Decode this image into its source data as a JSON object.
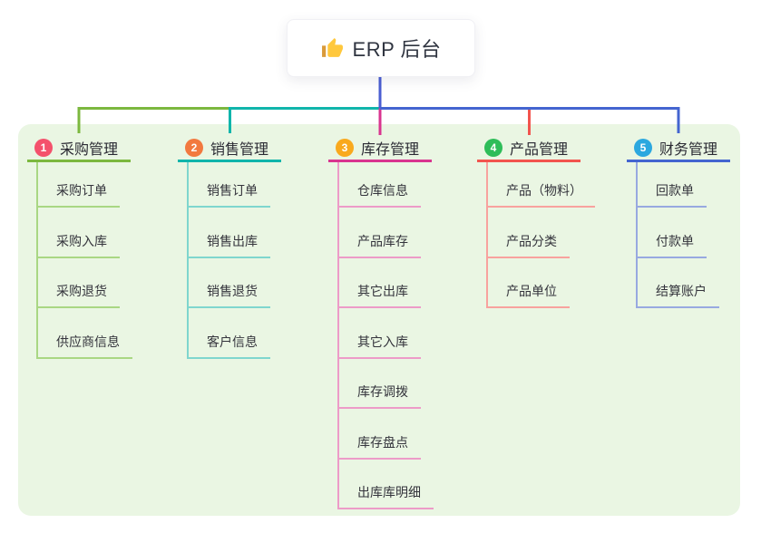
{
  "root": {
    "label": "ERP 后台",
    "icon": "thumbs-up-icon"
  },
  "canvas": {
    "background": "#FFFFFF",
    "panel_background": "#EAF6E3",
    "root_line_color": "#4A5ED2"
  },
  "branches": [
    {
      "index": "1",
      "label": "采购管理",
      "badge_color": "#F4516C",
      "line_color": "#7CB83F",
      "child_line_color": "#A9D783",
      "children": [
        "采购订单",
        "采购入库",
        "采购退货",
        "供应商信息"
      ]
    },
    {
      "index": "2",
      "label": "销售管理",
      "badge_color": "#F2793F",
      "line_color": "#10B5AB",
      "child_line_color": "#7FD6CE",
      "children": [
        "销售订单",
        "销售出库",
        "销售退货",
        "客户信息"
      ]
    },
    {
      "index": "3",
      "label": "库存管理",
      "badge_color": "#F9A91D",
      "line_color": "#D9348F",
      "child_line_color": "#ED9BC8",
      "children": [
        "仓库信息",
        "产品库存",
        "其它出库",
        "其它入库",
        "库存调拨",
        "库存盘点",
        "出库库明细"
      ]
    },
    {
      "index": "4",
      "label": "产品管理",
      "badge_color": "#2EBD59",
      "line_color": "#F2544E",
      "child_line_color": "#F8A29E",
      "children": [
        "产品（物料）",
        "产品分类",
        "产品单位"
      ]
    },
    {
      "index": "5",
      "label": "财务管理",
      "badge_color": "#2BA8DF",
      "line_color": "#4465D0",
      "child_line_color": "#98A9E0",
      "children": [
        "回款单",
        "付款单",
        "结算账户"
      ]
    }
  ]
}
